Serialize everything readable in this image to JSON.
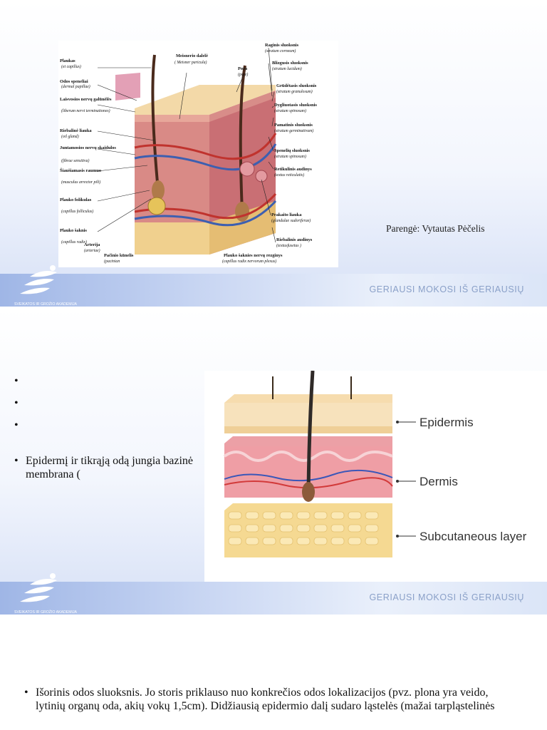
{
  "slides": [
    {
      "author": "Parengė: Vytautas Pėčelis",
      "footer_tag": "GERIAUSI MOKOSI IŠ GERIAUSIŲ",
      "logo_text": "SVEIKATOS IR GROŽIO AKADEMIJA",
      "figure_labels": {
        "left": [
          {
            "name": "Plaukas",
            "latin": "(et capillus)"
          },
          {
            "name": "Odos speneliai",
            "latin": "(dermal papillae)"
          },
          {
            "name": "Laisvosios nervų galūnėlės",
            "latin": "(liberum nervi terminationes)"
          },
          {
            "name": "Riebalinė liauka",
            "latin": "(oil gland)"
          },
          {
            "name": "Juntamosios nervų skaidulos",
            "latin": "(fibrae sensitiva)"
          },
          {
            "name": "Šiaušiamasis raumuo",
            "latin": "(musculus arrector pili)"
          },
          {
            "name": "Plauko folikulas",
            "latin": "(capillus folliculus)"
          },
          {
            "name": "Plauko šaknis",
            "latin": "(capillus radix)"
          }
        ],
        "top": [
          {
            "name": "Meisnerio dalelė",
            "latin": "( Meisner paricula)"
          },
          {
            "name": "Pora",
            "latin": "(pore)"
          }
        ],
        "right": [
          {
            "name": "Raginis sluoksnis",
            "latin": "(stratum corneum)"
          },
          {
            "name": "Blizgusis sluoksnis",
            "latin": "(stratum lucidum)"
          },
          {
            "name": "Grūdėtasis sluoksnis",
            "latin": "(stratum granulosum)"
          },
          {
            "name": "Dygliuotasis sluoksnis",
            "latin": "(stratum spinosum)"
          },
          {
            "name": "Pamatinis sluoksnis",
            "latin": "(stratum germinativum)"
          },
          {
            "name": "Spenelių sluoksnis",
            "latin": "(stratum spinosum)"
          },
          {
            "name": "Retikulinis audinys",
            "latin": "(textus reticulatis)"
          },
          {
            "name": "Prakaito liauka",
            "latin": "(glandulae sudoriferae)"
          },
          {
            "name": "Riebalinis audinys",
            "latin": "(textusfusetus )"
          }
        ],
        "bottom": [
          {
            "name": "Arterija",
            "latin": "(arteriae)"
          },
          {
            "name": "Pačinio kūnelis",
            "latin": "(pacinian"
          },
          {
            "name": "Plauko šaknies nervų rezginys",
            "latin": "(capillus radix nervorum plexus)"
          }
        ]
      }
    },
    {
      "bullets": [
        "",
        "",
        ""
      ],
      "text_bullet": "Epidermį ir tikrąją odą jungia bazinė membrana (",
      "layer_labels": [
        "Epidermis",
        "Dermis",
        "Subcutaneous layer"
      ],
      "footer_tag": "GERIAUSI MOKOSI IŠ GERIAUSIŲ",
      "logo_text": "SVEIKATOS IR GROŽIO AKADEMIJA"
    },
    {
      "text_bullet": "Išorinis odos sluoksnis. Jo storis priklauso nuo konkrečios odos lokalizacijos (pvz. plona yra veido, lytinių organų oda, akių vokų 1,5cm). Didžiausią epidermio dalį sudaro ląstelės (mažai tarpląstelinės"
    }
  ],
  "colors": {
    "footer_text": "#8aa0c8",
    "logo_white": "#ffffff"
  }
}
